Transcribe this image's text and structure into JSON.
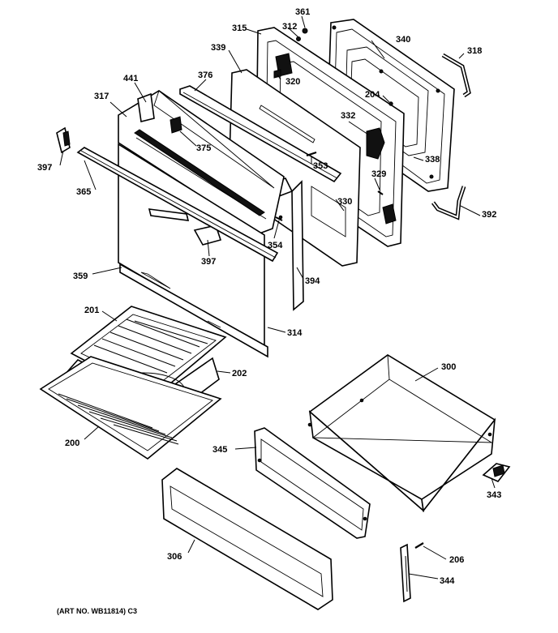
{
  "callouts": [
    "361",
    "312",
    "315",
    "340",
    "318",
    "339",
    "320",
    "441",
    "376",
    "317",
    "204",
    "332",
    "375",
    "338",
    "397",
    "353",
    "329",
    "365",
    "330",
    "392",
    "354",
    "397",
    "359",
    "394",
    "201",
    "314",
    "202",
    "300",
    "200",
    "345",
    "343",
    "306",
    "206",
    "344"
  ],
  "caption": "(ART NO. WB11814) C3"
}
